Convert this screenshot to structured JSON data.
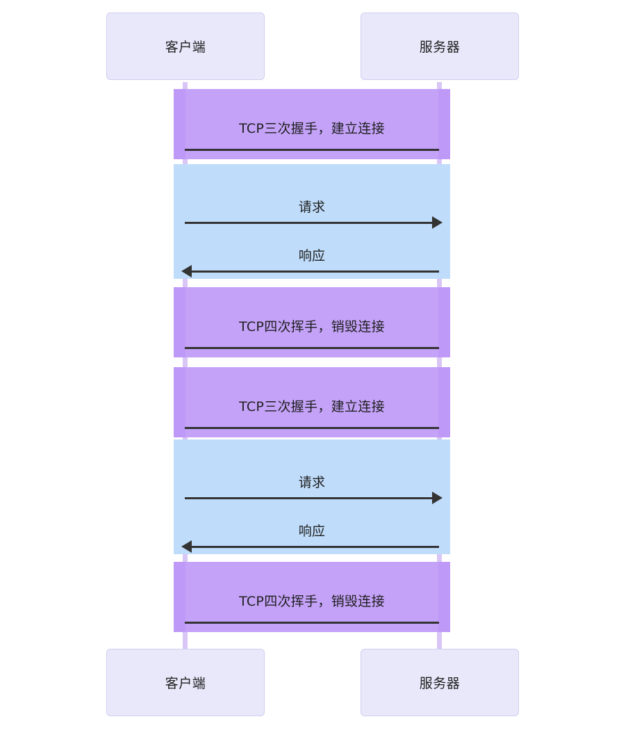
{
  "diagram": {
    "type": "sequence-diagram",
    "title": "HTTP over TCP connection sequence",
    "background": "#ffffff",
    "colors": {
      "actor_fill": "#e9e8fb",
      "actor_border": "#cfcdee",
      "lifeline": "#d9c6f7",
      "band_purple": "#bf99f7",
      "band_purple_inner": "#c4a2f8",
      "band_blue": "#bfdcfa",
      "line": "#333333",
      "text": "#1f1f1f"
    }
  },
  "actors": {
    "top": [
      {
        "id": "client",
        "label": "客户端"
      },
      {
        "id": "server",
        "label": "服务器"
      }
    ],
    "bottom": [
      {
        "id": "client",
        "label": "客户端"
      },
      {
        "id": "server",
        "label": "服务器"
      }
    ]
  },
  "bands": [
    {
      "id": "band-1",
      "kind": "purple",
      "messages": [
        {
          "id": "msg-handshake-1",
          "label": "TCP三次握手，建立连接",
          "arrow": "none",
          "direction": "none"
        }
      ]
    },
    {
      "id": "band-2",
      "kind": "blue",
      "messages": [
        {
          "id": "msg-request-1",
          "label": "请求",
          "arrow": "solid",
          "direction": "right"
        },
        {
          "id": "msg-response-1",
          "label": "响应",
          "arrow": "solid",
          "direction": "left"
        }
      ]
    },
    {
      "id": "band-3",
      "kind": "purple",
      "messages": [
        {
          "id": "msg-wave-1",
          "label": "TCP四次挥手，销毁连接",
          "arrow": "none",
          "direction": "none"
        }
      ]
    },
    {
      "id": "band-4",
      "kind": "purple",
      "messages": [
        {
          "id": "msg-handshake-2",
          "label": "TCP三次握手，建立连接",
          "arrow": "none",
          "direction": "none"
        }
      ]
    },
    {
      "id": "band-5",
      "kind": "blue",
      "messages": [
        {
          "id": "msg-request-2",
          "label": "请求",
          "arrow": "solid",
          "direction": "right"
        },
        {
          "id": "msg-response-2",
          "label": "响应",
          "arrow": "solid",
          "direction": "left"
        }
      ]
    },
    {
      "id": "band-6",
      "kind": "purple",
      "messages": [
        {
          "id": "msg-wave-2",
          "label": "TCP四次挥手，销毁连接",
          "arrow": "none",
          "direction": "none"
        }
      ]
    }
  ]
}
